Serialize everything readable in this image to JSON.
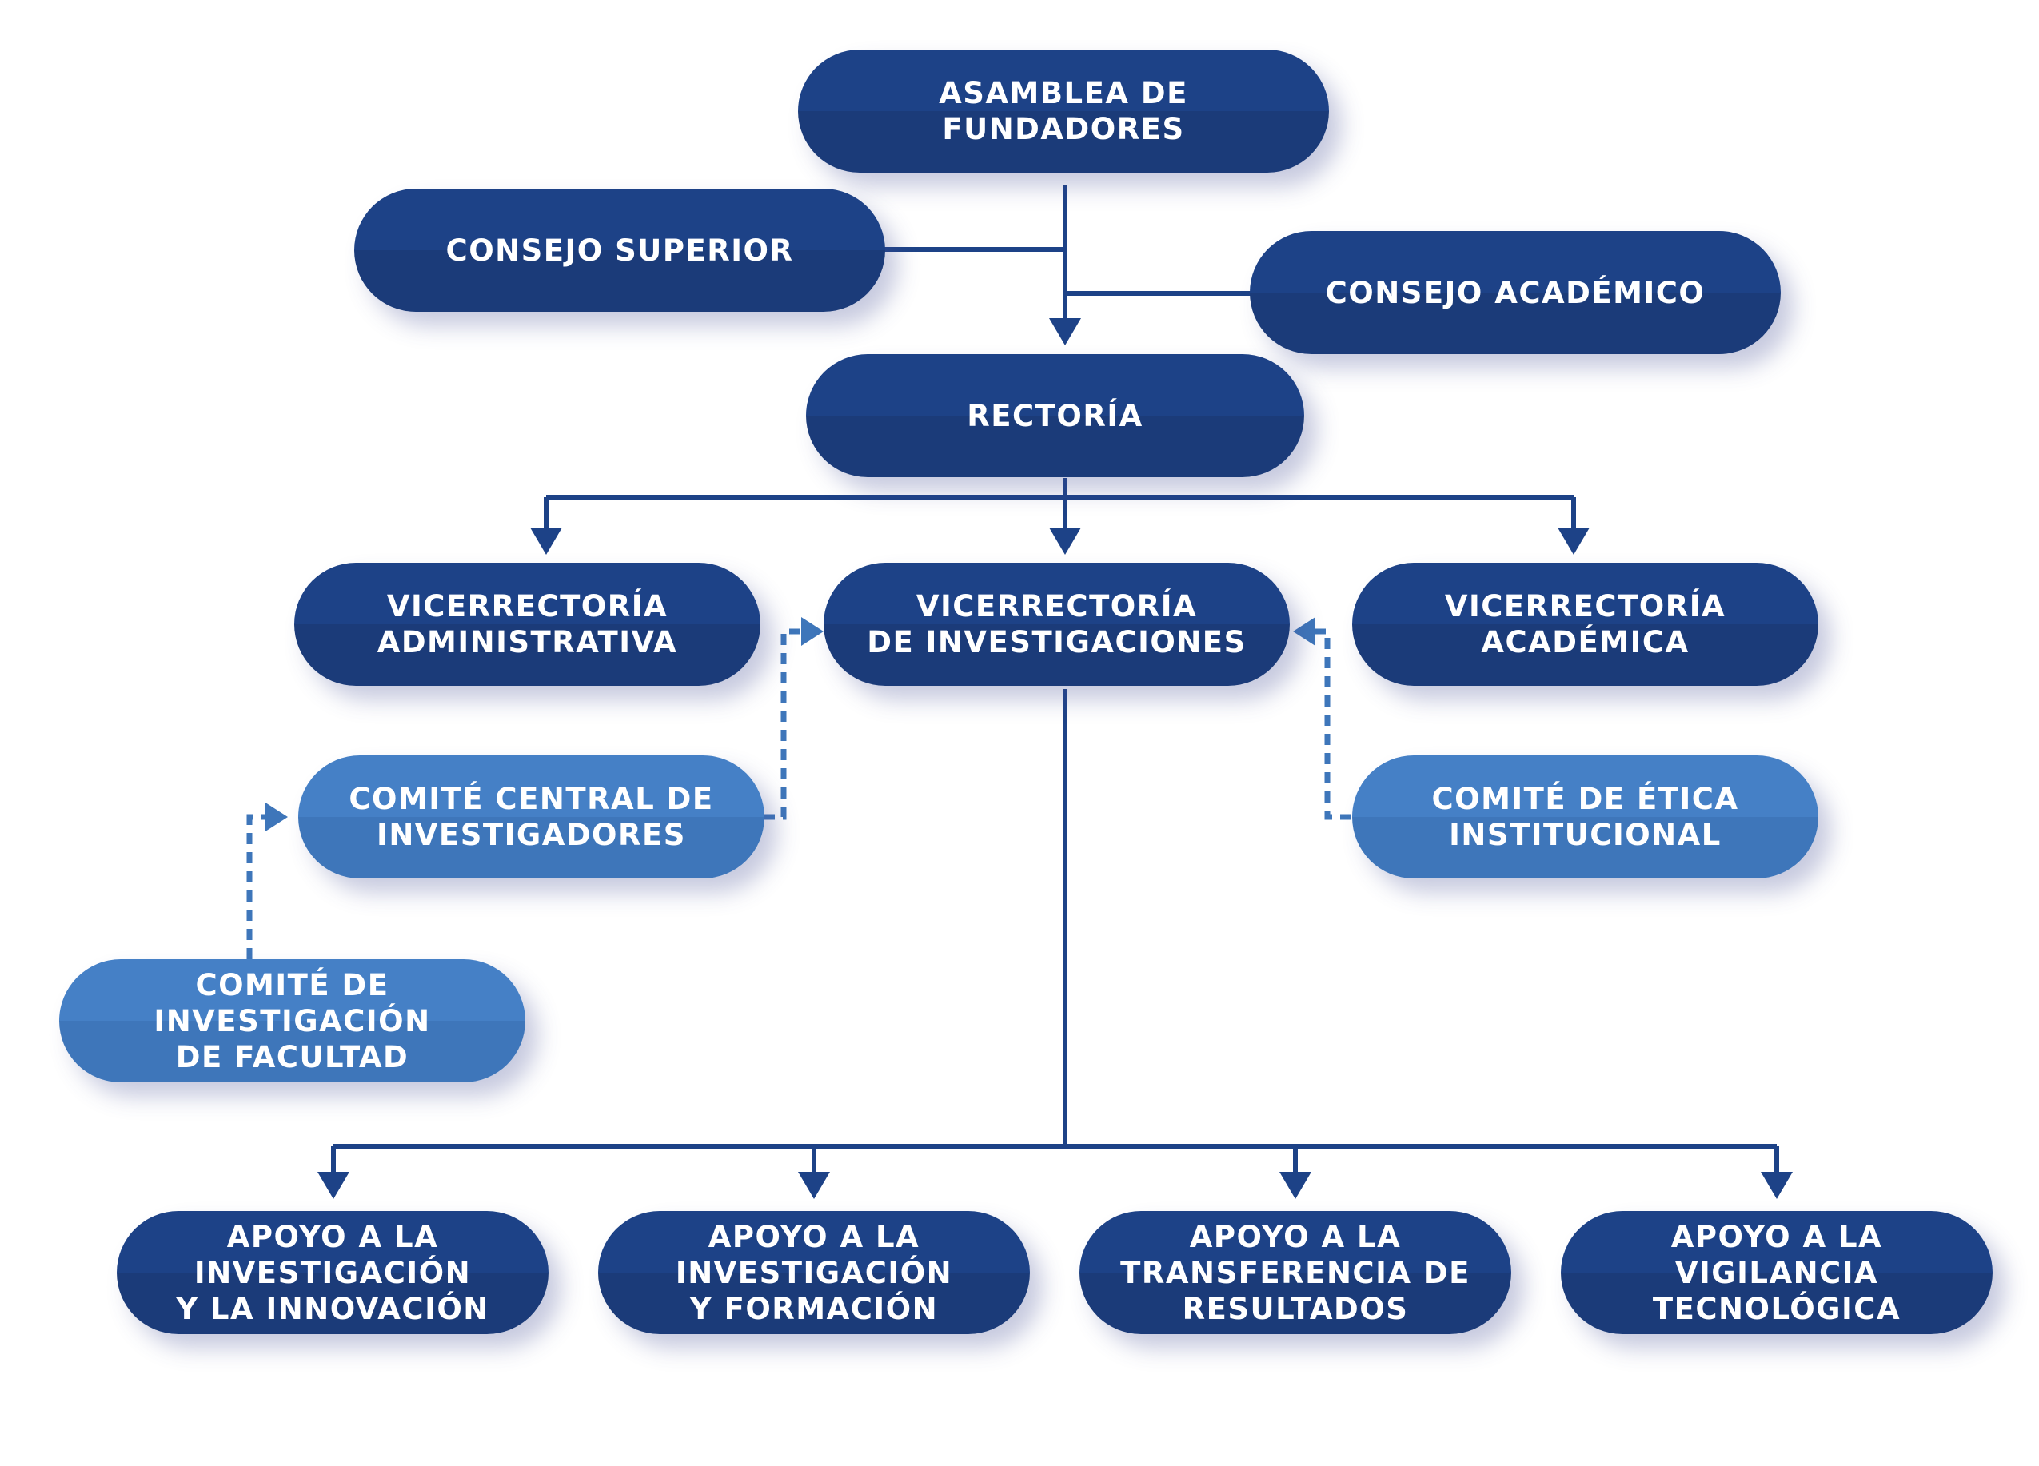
{
  "diagram": {
    "colors": {
      "primary": "#1d4287",
      "secondary": "#4580c6",
      "connector": "#1d4287",
      "dashed": "#3e76ba"
    },
    "nodes": {
      "asamblea": "ASAMBLEA DE FUNDADORES",
      "consejo_superior": "CONSEJO SUPERIOR",
      "consejo_academico": "CONSEJO ACADÉMICO",
      "rectoria": "RECTORÍA",
      "vice_administrativa": "VICERRECTORÍA\nADMINISTRATIVA",
      "vice_investigaciones": "VICERRECTORÍA\nDE INVESTIGACIONES",
      "vice_academica": "VICERRECTORÍA\nACADÉMICA",
      "comite_central": "COMITÉ CENTRAL DE\nINVESTIGADORES",
      "comite_etica": "COMITÉ DE ÉTICA\nINSTITUCIONAL",
      "comite_facultad": "COMITÉ DE INVESTIGACIÓN\nDE FACULTAD",
      "apoyo_innovacion": "APOYO A LA\nINVESTIGACIÓN\nY LA INNOVACIÓN",
      "apoyo_formacion": "APOYO A LA\nINVESTIGACIÓN\nY FORMACIÓN",
      "apoyo_transferencia": "APOYO A LA\nTRANSFERENCIA DE\nRESULTADOS",
      "apoyo_vigilancia": "APOYO A LA\nVIGILANCIA\nTECNOLÓGICA"
    }
  }
}
